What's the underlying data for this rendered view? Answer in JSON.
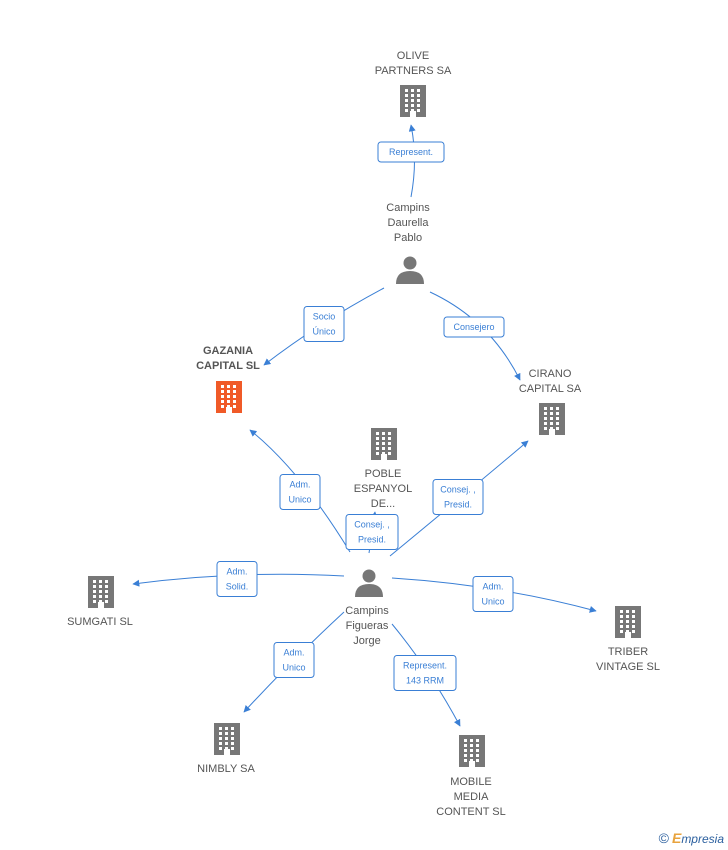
{
  "colors": {
    "edge": "#3a7fd5",
    "node": "#777777",
    "highlight": "#f05a28"
  },
  "nodes": [
    {
      "id": "olive",
      "kind": "company",
      "label": [
        "OLIVE",
        "PARTNERS SA"
      ]
    },
    {
      "id": "pablo",
      "kind": "person",
      "label": [
        "Campins",
        "Daurella",
        "Pablo"
      ]
    },
    {
      "id": "gazania",
      "kind": "company",
      "highlight": true,
      "label": [
        "GAZANIA",
        "CAPITAL  SL"
      ]
    },
    {
      "id": "cirano",
      "kind": "company",
      "label": [
        "CIRANO",
        "CAPITAL SA"
      ]
    },
    {
      "id": "poble",
      "kind": "company",
      "label": [
        "POBLE",
        "ESPANYOL",
        "DE..."
      ]
    },
    {
      "id": "jorge",
      "kind": "person",
      "label": [
        "Campins",
        "Figueras",
        "Jorge"
      ]
    },
    {
      "id": "sumgati",
      "kind": "company",
      "label": [
        "SUMGATI SL"
      ]
    },
    {
      "id": "triber",
      "kind": "company",
      "label": [
        "TRIBER",
        "VINTAGE  SL"
      ]
    },
    {
      "id": "nimbly",
      "kind": "company",
      "label": [
        "NIMBLY SA"
      ]
    },
    {
      "id": "mobile",
      "kind": "company",
      "label": [
        "MOBILE",
        "MEDIA",
        "CONTENT SL"
      ]
    }
  ],
  "edges": [
    {
      "from": "pablo",
      "to": "olive",
      "label": [
        "Represent."
      ]
    },
    {
      "from": "pablo",
      "to": "gazania",
      "label": [
        "Socio",
        "Único"
      ]
    },
    {
      "from": "pablo",
      "to": "cirano",
      "label": [
        "Consejero"
      ]
    },
    {
      "from": "jorge",
      "to": "gazania",
      "label": [
        "Adm.",
        "Unico"
      ]
    },
    {
      "from": "jorge",
      "to": "poble",
      "label": [
        "Consej. ,",
        "Presid."
      ]
    },
    {
      "from": "jorge",
      "to": "cirano",
      "label": [
        "Consej. ,",
        "Presid."
      ]
    },
    {
      "from": "jorge",
      "to": "sumgati",
      "label": [
        "Adm.",
        "Solid."
      ]
    },
    {
      "from": "jorge",
      "to": "triber",
      "label": [
        "Adm.",
        "Unico"
      ]
    },
    {
      "from": "jorge",
      "to": "nimbly",
      "label": [
        "Adm.",
        "Unico"
      ]
    },
    {
      "from": "jorge",
      "to": "mobile",
      "label": [
        "Represent.",
        "143 RRM"
      ]
    }
  ],
  "footer": {
    "copyright": "©",
    "brand_initial": "E",
    "brand_rest": "mpresia"
  }
}
